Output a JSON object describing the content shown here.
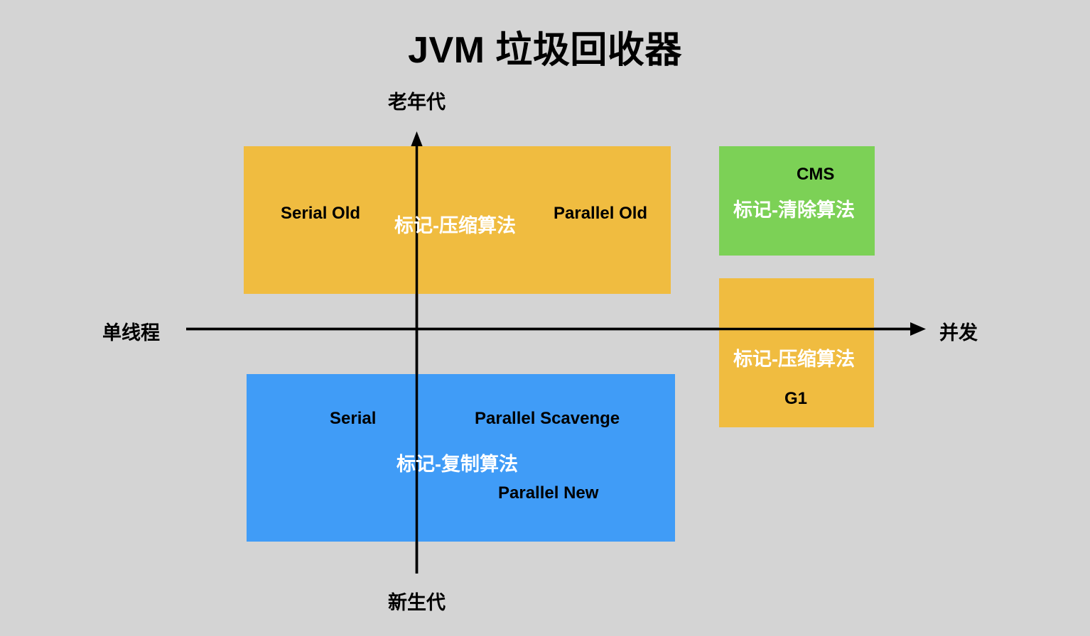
{
  "diagram": {
    "title": "JVM 垃圾回收器",
    "background_color": "#d4d4d4",
    "axes": {
      "top_label": "老年代",
      "bottom_label": "新生代",
      "left_label": "单线程",
      "right_label": "并发",
      "vertical_axis_name": "generation-axis",
      "horizontal_axis_name": "concurrency-axis"
    },
    "boxes": [
      {
        "id": "old-generation-collectors",
        "color": "#f0bc40",
        "quadrant": "top",
        "algorithm": "标记-压缩算法",
        "collectors": [
          "Serial Old",
          "Parallel Old"
        ]
      },
      {
        "id": "young-generation-collectors",
        "color": "#409cf7",
        "quadrant": "bottom",
        "algorithm": "标记-复制算法",
        "collectors": [
          "Serial",
          "Parallel Scavenge",
          "Parallel New"
        ]
      },
      {
        "id": "cms-collector",
        "color": "#7cd156",
        "quadrant": "top-right",
        "algorithm": "标记-清除算法",
        "collectors": [
          "CMS"
        ]
      },
      {
        "id": "g1-collector",
        "color": "#f0bc40",
        "quadrant": "right",
        "algorithm": "标记-压缩算法",
        "collectors": [
          "G1"
        ]
      }
    ],
    "labels": {
      "serial_old": "Serial Old",
      "parallel_old": "Parallel Old",
      "mark_compact_old": "标记-压缩算法",
      "serial": "Serial",
      "parallel_scavenge": "Parallel Scavenge",
      "mark_copy": "标记-复制算法",
      "parallel_new": "Parallel New",
      "cms": "CMS",
      "mark_sweep": "标记-清除算法",
      "mark_compact_g1": "标记-压缩算法",
      "g1": "G1"
    }
  }
}
